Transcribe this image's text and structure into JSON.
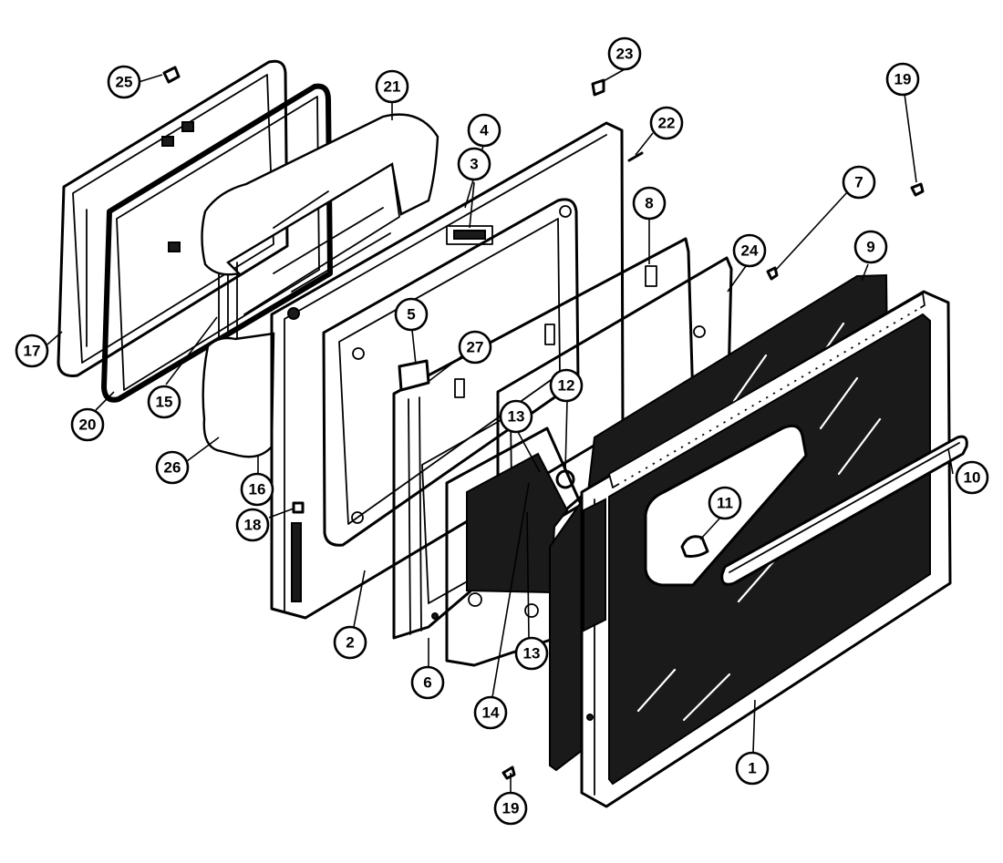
{
  "callouts": [
    {
      "label": "25"
    },
    {
      "label": "21"
    },
    {
      "label": "4"
    },
    {
      "label": "3"
    },
    {
      "label": "23"
    },
    {
      "label": "22"
    },
    {
      "label": "19"
    },
    {
      "label": "7"
    },
    {
      "label": "8"
    },
    {
      "label": "24"
    },
    {
      "label": "9"
    },
    {
      "label": "5"
    },
    {
      "label": "27"
    },
    {
      "label": "12"
    },
    {
      "label": "13"
    },
    {
      "label": "10"
    },
    {
      "label": "11"
    },
    {
      "label": "17"
    },
    {
      "label": "20"
    },
    {
      "label": "15"
    },
    {
      "label": "26"
    },
    {
      "label": "16"
    },
    {
      "label": "18"
    },
    {
      "label": "2"
    },
    {
      "label": "6"
    },
    {
      "label": "13"
    },
    {
      "label": "14"
    },
    {
      "label": "1"
    },
    {
      "label": "19"
    }
  ]
}
